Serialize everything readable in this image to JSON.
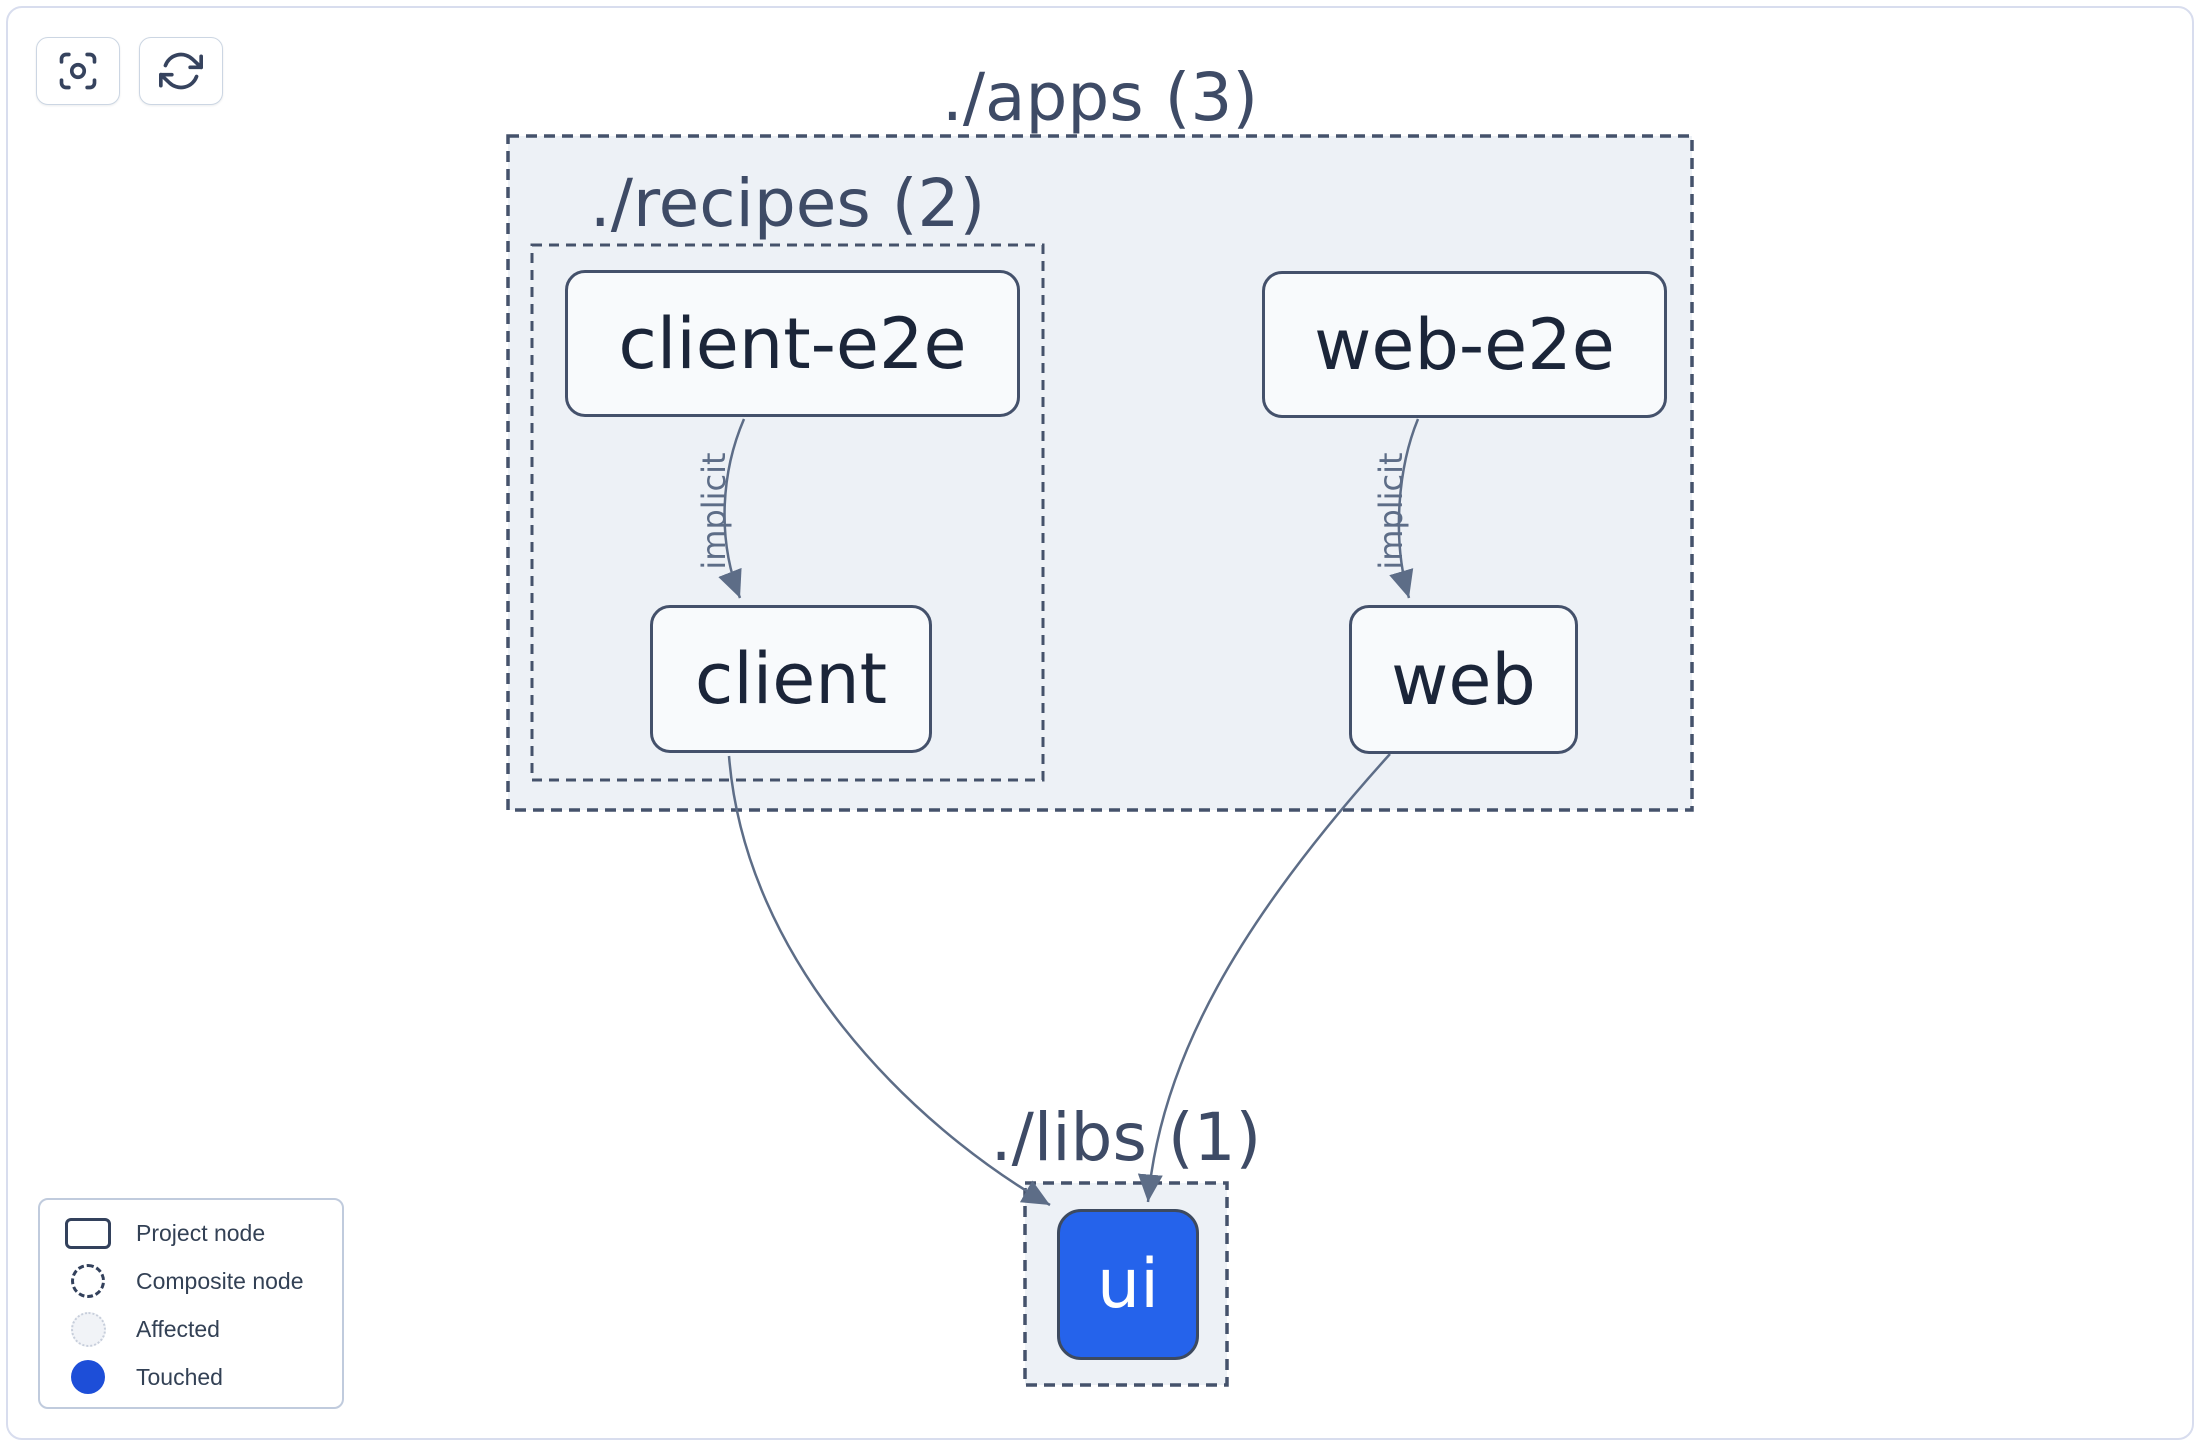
{
  "toolbar": {
    "buttons": [
      {
        "name": "center-graph",
        "icon": "focus-icon"
      },
      {
        "name": "refresh-graph",
        "icon": "refresh-icon"
      }
    ]
  },
  "graph": {
    "groups": [
      {
        "id": "apps",
        "label": "./apps (3)",
        "count": 3
      },
      {
        "id": "recipes",
        "label": "./recipes (2)",
        "count": 2
      },
      {
        "id": "libs",
        "label": "./libs (1)",
        "count": 1
      }
    ],
    "nodes": [
      {
        "id": "client-e2e",
        "label": "client-e2e",
        "type": "project",
        "state": "default"
      },
      {
        "id": "web-e2e",
        "label": "web-e2e",
        "type": "project",
        "state": "default"
      },
      {
        "id": "client",
        "label": "client",
        "type": "project",
        "state": "default"
      },
      {
        "id": "web",
        "label": "web",
        "type": "project",
        "state": "default"
      },
      {
        "id": "ui",
        "label": "ui",
        "type": "project",
        "state": "touched"
      }
    ],
    "edges": [
      {
        "from": "client-e2e",
        "to": "client",
        "label": "implicit"
      },
      {
        "from": "web-e2e",
        "to": "web",
        "label": "implicit"
      },
      {
        "from": "client",
        "to": "ui",
        "label": ""
      },
      {
        "from": "web",
        "to": "ui",
        "label": ""
      }
    ]
  },
  "legend": {
    "items": [
      {
        "swatch": "project-node",
        "label": "Project node"
      },
      {
        "swatch": "composite-node",
        "label": "Composite node"
      },
      {
        "swatch": "affected",
        "label": "Affected"
      },
      {
        "swatch": "touched",
        "label": "Touched"
      }
    ]
  },
  "colors": {
    "touched_legend": "#1d4ed8",
    "touched_fill": "#2563eb",
    "group_fill": "#edf1f6",
    "group_border": "#45526b",
    "group_label": "#3e4b66",
    "edge": "#5d6d87",
    "node_fill": "#f8fafc",
    "node_border": "#44516b",
    "node_text": "#1b2539",
    "frame_border": "#d8ddee"
  }
}
